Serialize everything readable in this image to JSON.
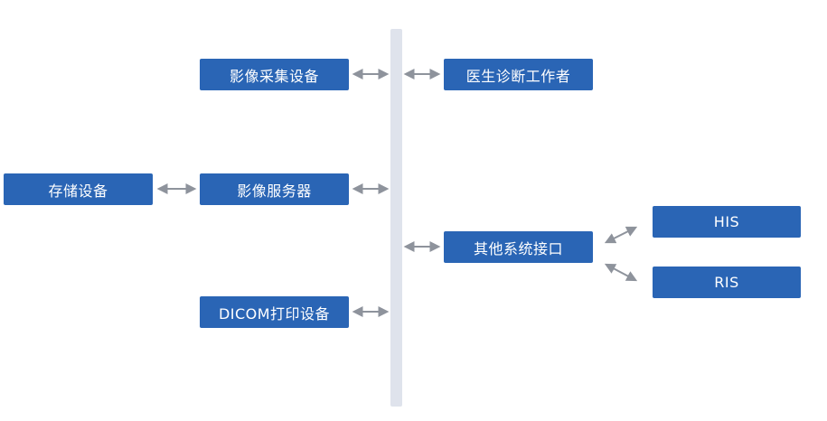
{
  "nodes": {
    "image_capture": "影像采集设备",
    "doctor_workstation": "医生诊断工作者",
    "storage": "存储设备",
    "image_server": "影像服务器",
    "other_interface": "其他系统接口",
    "his": "HIS",
    "ris": "RIS",
    "dicom_print": "DICOM打印设备"
  },
  "colors": {
    "node_fill": "#2a65b5",
    "node_text": "#ffffff",
    "bus_fill": "#dfe3ec",
    "arrow": "#8e939c"
  }
}
